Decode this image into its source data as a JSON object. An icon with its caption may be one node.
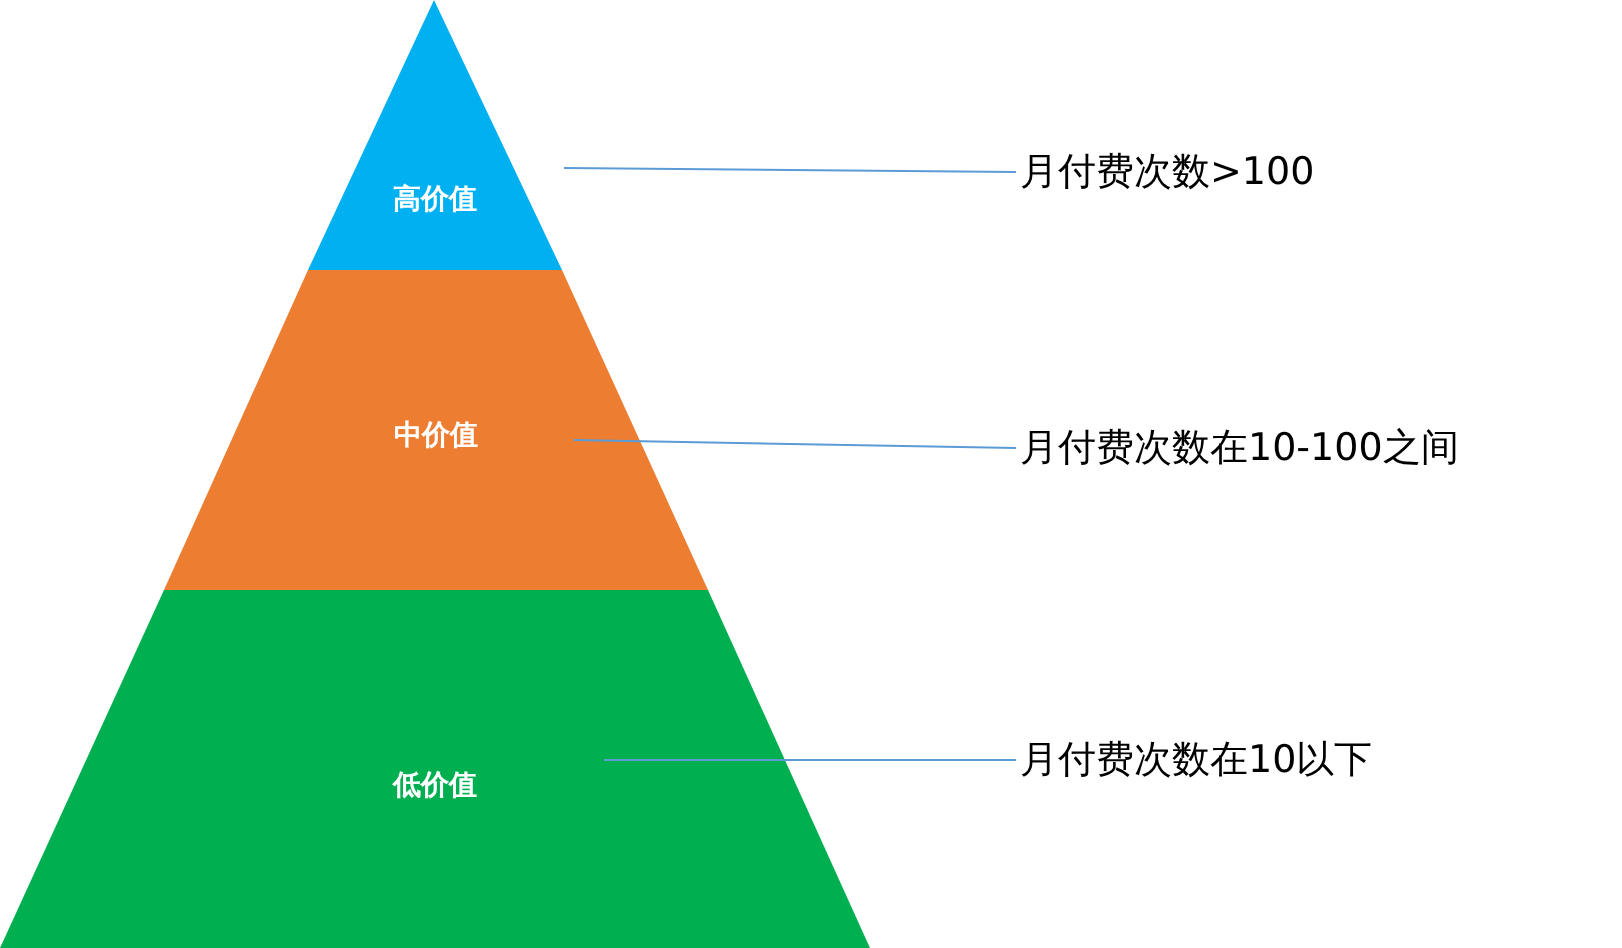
{
  "diagram": {
    "nodes": [
      {
        "text": [
          "高价值"
        ]
      },
      {
        "text": [
          "中价值"
        ]
      },
      {
        "text": [
          "低价值"
        ]
      },
      {
        "text": [
          "月付费次数>100"
        ]
      },
      {
        "text": [
          "月付费次数在10-100之间"
        ]
      },
      {
        "text": [
          "月付费次数在10以下"
        ]
      }
    ],
    "edges": [
      {
        "from": 3,
        "to": 0,
        "arrow": "none"
      },
      {
        "from": 4,
        "to": 1,
        "arrow": "none"
      },
      {
        "from": 5,
        "to": 2,
        "arrow": "none"
      }
    ]
  }
}
